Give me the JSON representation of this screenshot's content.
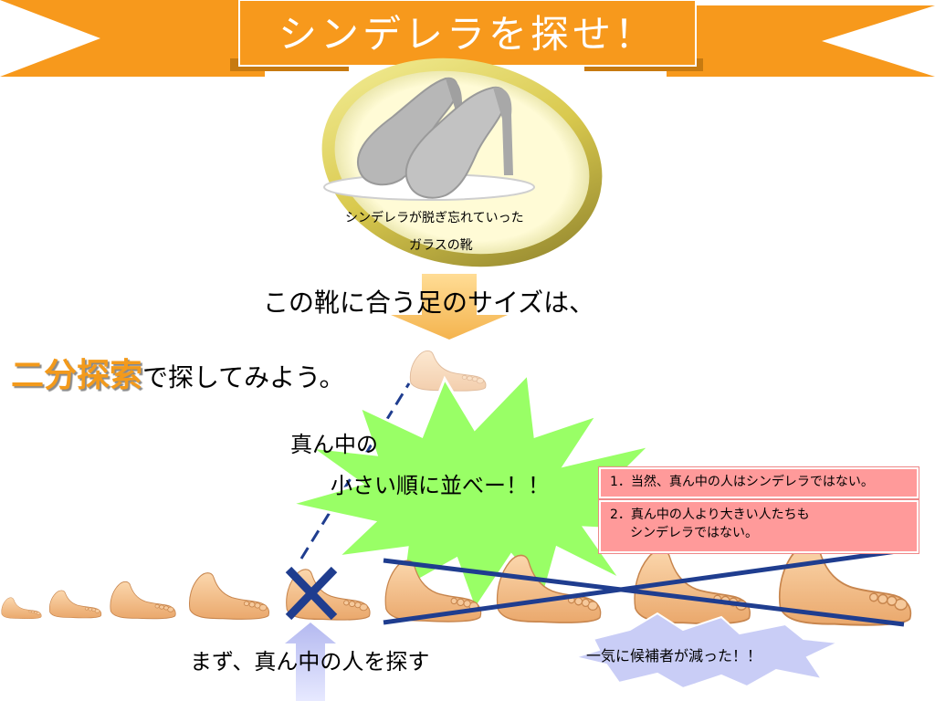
{
  "title": "シンデレラを探せ！",
  "shoe_caption": {
    "line1": "シンデレラが脱ぎ忘れていった",
    "line2": "ガラスの靴"
  },
  "question": {
    "line1": "この靴に合う足のサイズは、",
    "highlight": "二分探索",
    "line2_rest": "で探してみよう。"
  },
  "middle_partial": "真ん中の",
  "burst_label": "小さい順に並べー！！",
  "notes": {
    "note1": "1．当然、真ん中の人はシンデレラではない。",
    "note2_line1": "2．真ん中の人より大きい人たちも",
    "note2_line2": "シンデレラではない。"
  },
  "bottom_left": "まず、真ん中の人を探す",
  "bottom_right": "一気に候補者が減った！！",
  "colors": {
    "banner": "#f7991c",
    "highlight": "#f39a1b",
    "burst_green": "#99ff66",
    "note_bg": "#ff9a9a",
    "cross_blue": "#1f3d8f",
    "arrow_blue": "#c9cdf6",
    "foot": "#f7c693"
  },
  "icons": [
    "glass-shoe-icon",
    "foot-icon",
    "cross-mark-icon",
    "down-arrow-icon",
    "up-arrow-icon"
  ]
}
